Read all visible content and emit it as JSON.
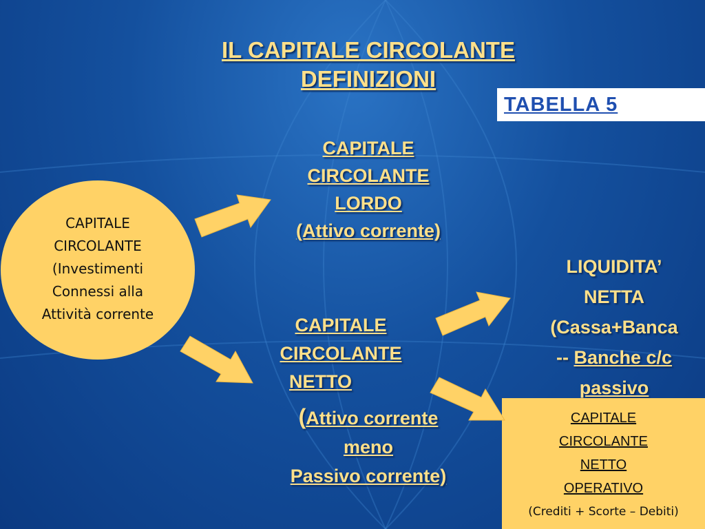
{
  "title": {
    "line1": "IL CAPITALE CIRCOLANTE",
    "line2": "DEFINIZIONI"
  },
  "tabella": "TABELLA 5",
  "circle": {
    "lines": [
      "CAPITALE",
      "CIRCOLANTE",
      "(Investimenti",
      "Connessi alla",
      "Attività corrente"
    ]
  },
  "lordo": {
    "lines": [
      "CAPITALE",
      "CIRCOLANTE",
      "LORDO",
      "(Attivo corrente)"
    ]
  },
  "netto": {
    "lines": [
      "CAPITALE",
      "CIRCOLANTE",
      "NETTO"
    ],
    "sub_open": "(",
    "sub_line1": "Attivo corrente",
    "sub_line2": "meno",
    "sub_line3": "Passivo corrente)"
  },
  "liquidita": {
    "line1": "LIQUIDITA’",
    "line2": "NETTA",
    "line3": "(Cassa+Banca",
    "line4_prefix": "-- ",
    "line4": "Banche c/c",
    "line5": "passivo"
  },
  "operativo": {
    "lines": [
      "CAPITALE",
      "CIRCOLANTE",
      "NETTO",
      "OPERATIVO"
    ],
    "last": "(Crediti + Scorte – Debiti)"
  },
  "colors": {
    "background": "#14509e",
    "gold_text": "#ffe08a",
    "shape_fill": "#ffd266",
    "tab_text": "#1f4fb0"
  }
}
